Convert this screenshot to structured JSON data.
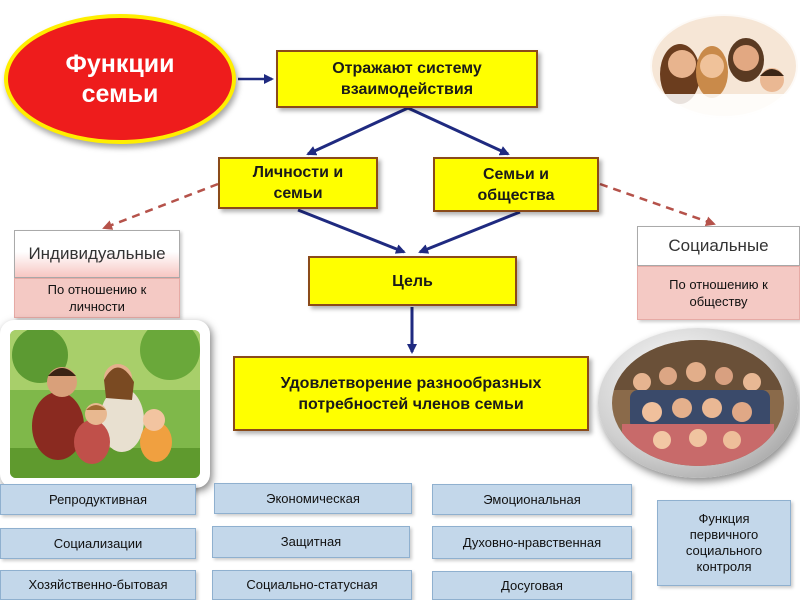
{
  "diagram": {
    "main_oval": "Функции семьи",
    "top_box": "Отражают систему взаимодействия",
    "left_box": "Личности и семьи",
    "right_box": "Семьи и общества",
    "goal_box": "Цель",
    "satisfaction_box": "Удовлетворение разнообразных потребностей членов семьи",
    "individual": {
      "title": "Индивидуальные",
      "subtitle": "По отношению к личности"
    },
    "social": {
      "title": "Социальные",
      "subtitle": "По отношению к обществу"
    },
    "functions": [
      "Репродуктивная",
      "Социализации",
      "Хозяйственно-бытовая",
      "Экономическая",
      "Защитная",
      "Социально-статусная",
      "Эмоциональная",
      "Духовно-нравственная",
      "Досуговая"
    ],
    "social_control": "Функция первичного социального контроля"
  },
  "colors": {
    "accent_red": "#ee1c1c",
    "box_yellow": "#ffff00",
    "arrow_blue": "#1f2a80",
    "dashed_arrow": "#b5524a",
    "pink": "#f4c9c4",
    "light_blue": "#c3d7ea"
  },
  "images": {
    "top_right_photo": "family-portrait-photo",
    "left_photo": "family-outdoor-photo",
    "right_photo": "large-family-group-photo"
  }
}
